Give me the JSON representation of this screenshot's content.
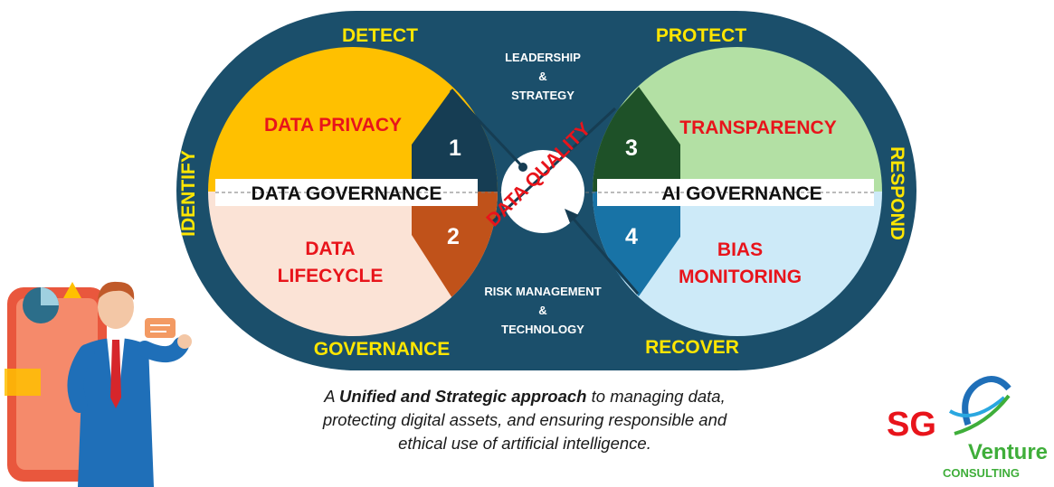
{
  "diagram": {
    "outer_labels": {
      "detect": "DETECT",
      "protect": "PROTECT",
      "identify": "IDENTIFY",
      "respond": "RESPOND",
      "governance": "GOVERNANCE",
      "recover": "RECOVER"
    },
    "center_top": [
      "LEADERSHIP",
      "&",
      "STRATEGY"
    ],
    "center_bottom": [
      "RISK MANAGEMENT",
      "&",
      "TECHNOLOGY"
    ],
    "center_diagonal": "DATA QUALITY",
    "left_band": "DATA GOVERNANCE",
    "right_band": "AI GOVERNANCE",
    "quadrants": {
      "top_left": {
        "number": "1",
        "lines": [
          "DATA PRIVACY"
        ]
      },
      "bottom_left": {
        "number": "2",
        "lines": [
          "DATA",
          "LIFECYCLE"
        ]
      },
      "top_right": {
        "number": "3",
        "lines": [
          "TRANSPARENCY"
        ]
      },
      "bottom_right": {
        "number": "4",
        "lines": [
          "BIAS",
          "MONITORING"
        ]
      }
    },
    "colors": {
      "frame": "#1b4f6b",
      "top_left_fill": "#ffc000",
      "top_left_wedge": "#163d53",
      "bottom_left_fill": "#fbe3d6",
      "bottom_left_wedge": "#c0521a",
      "top_right_fill": "#b3e0a4",
      "top_right_wedge": "#1e5128",
      "bottom_right_fill": "#cdeaf8",
      "bottom_right_wedge": "#1873a6",
      "outer_label": "#ffe600",
      "quadrant_title": "#e8141b"
    }
  },
  "caption": {
    "prefix": "A ",
    "bold": "Unified and Strategic approach",
    "line1_rest": " to managing data,",
    "line2": "protecting digital assets, and ensuring responsible and",
    "line3": "ethical use of artificial intelligence."
  },
  "logo": {
    "sg": "SG",
    "venture": "Venture",
    "consulting": "CONSULTING"
  }
}
